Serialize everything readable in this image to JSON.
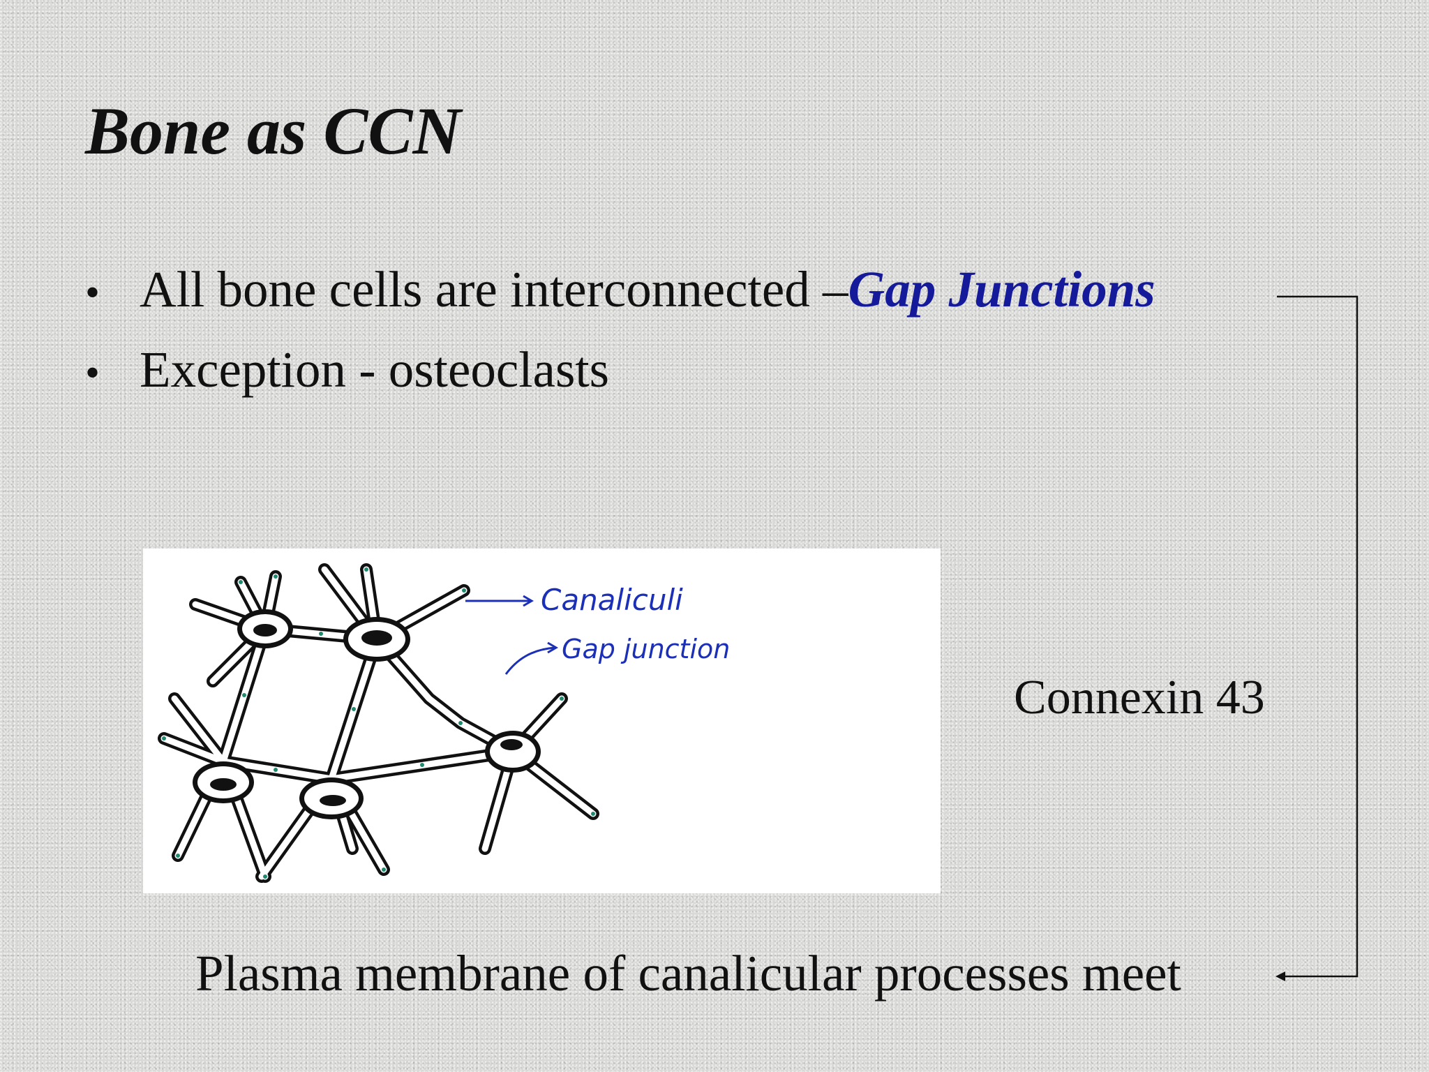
{
  "slide": {
    "title": "Bone as CCN",
    "bullets": [
      {
        "bullet": "•",
        "text": "All bone cells are interconnected – ",
        "highlight": "Gap Junctions"
      },
      {
        "bullet": "•",
        "text": "Exception - osteoclasts",
        "highlight": ""
      }
    ],
    "side_label": "Connexin 43",
    "footer": "Plasma membrane of canalicular processes meet",
    "accent_color": "#151a9a"
  },
  "figure": {
    "labels": {
      "canaliculi": "Canaliculi",
      "gap_junction": "Gap junction"
    },
    "ink_color": "#111111",
    "label_color": "#1b2fb7",
    "junction_dot_color": "#1f8a6f"
  }
}
